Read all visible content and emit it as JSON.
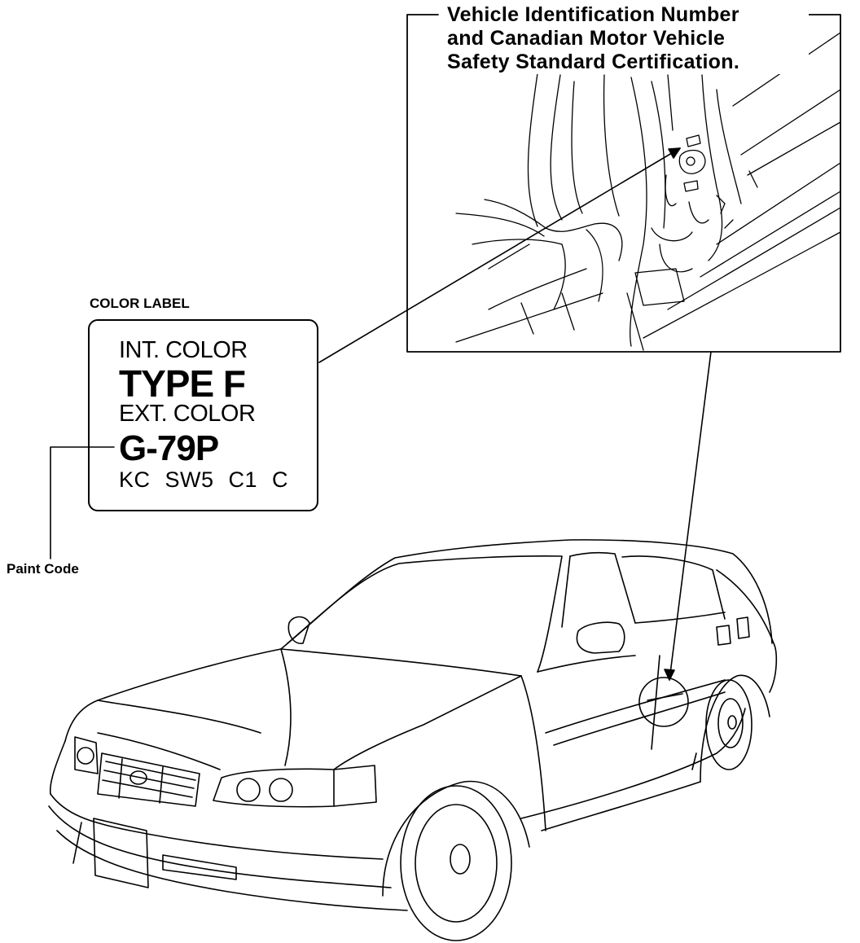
{
  "vin_callout": {
    "lines": [
      "Vehicle Identification Number",
      "and Canadian Motor Vehicle",
      "Safety Standard Certification."
    ]
  },
  "color_label": {
    "caption": "COLOR LABEL",
    "interior_heading": "INT. COLOR",
    "interior_value": "TYPE F",
    "exterior_heading": "EXT. COLOR",
    "exterior_value": "G-79P",
    "extra_codes": "KC  SW5  C1  C"
  },
  "paint_code_callout": {
    "label": "Paint Code"
  },
  "colors": {
    "line": "#000000",
    "background": "#ffffff"
  }
}
